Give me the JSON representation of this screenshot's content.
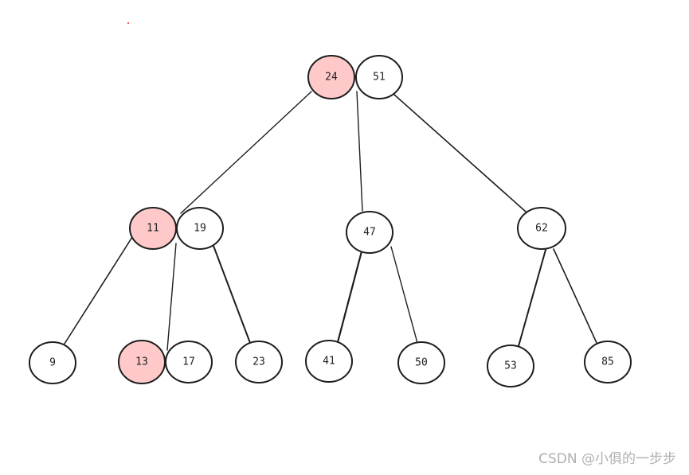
{
  "colors": {
    "highlight_fill": "#ffc9c9",
    "normal_fill": "#ffffff",
    "stroke": "#1e1e1e",
    "watermark": "#b0b0b0"
  },
  "tree": {
    "nodes": [
      {
        "id": "n24",
        "label": "24",
        "highlight": true
      },
      {
        "id": "n51",
        "label": "51",
        "highlight": false
      },
      {
        "id": "n11",
        "label": "11",
        "highlight": true
      },
      {
        "id": "n19",
        "label": "19",
        "highlight": false
      },
      {
        "id": "n47",
        "label": "47",
        "highlight": false
      },
      {
        "id": "n62",
        "label": "62",
        "highlight": false
      },
      {
        "id": "n9",
        "label": "9",
        "highlight": false
      },
      {
        "id": "n13",
        "label": "13",
        "highlight": true
      },
      {
        "id": "n17",
        "label": "17",
        "highlight": false
      },
      {
        "id": "n23",
        "label": "23",
        "highlight": false
      },
      {
        "id": "n41",
        "label": "41",
        "highlight": false
      },
      {
        "id": "n50",
        "label": "50",
        "highlight": false
      },
      {
        "id": "n53",
        "label": "53",
        "highlight": false
      },
      {
        "id": "n85",
        "label": "85",
        "highlight": false
      }
    ],
    "edges": [
      {
        "from": "n24",
        "to": "n11"
      },
      {
        "from": "n51",
        "to": "n47"
      },
      {
        "from": "n51",
        "to": "n62"
      },
      {
        "from": "n11",
        "to": "n9"
      },
      {
        "from": "n19",
        "to": "n13"
      },
      {
        "from": "n19",
        "to": "n23"
      },
      {
        "from": "n47",
        "to": "n41"
      },
      {
        "from": "n47",
        "to": "n50"
      },
      {
        "from": "n62",
        "to": "n53"
      },
      {
        "from": "n62",
        "to": "n85"
      }
    ]
  },
  "watermark": "CSDN @小俱的一步步"
}
